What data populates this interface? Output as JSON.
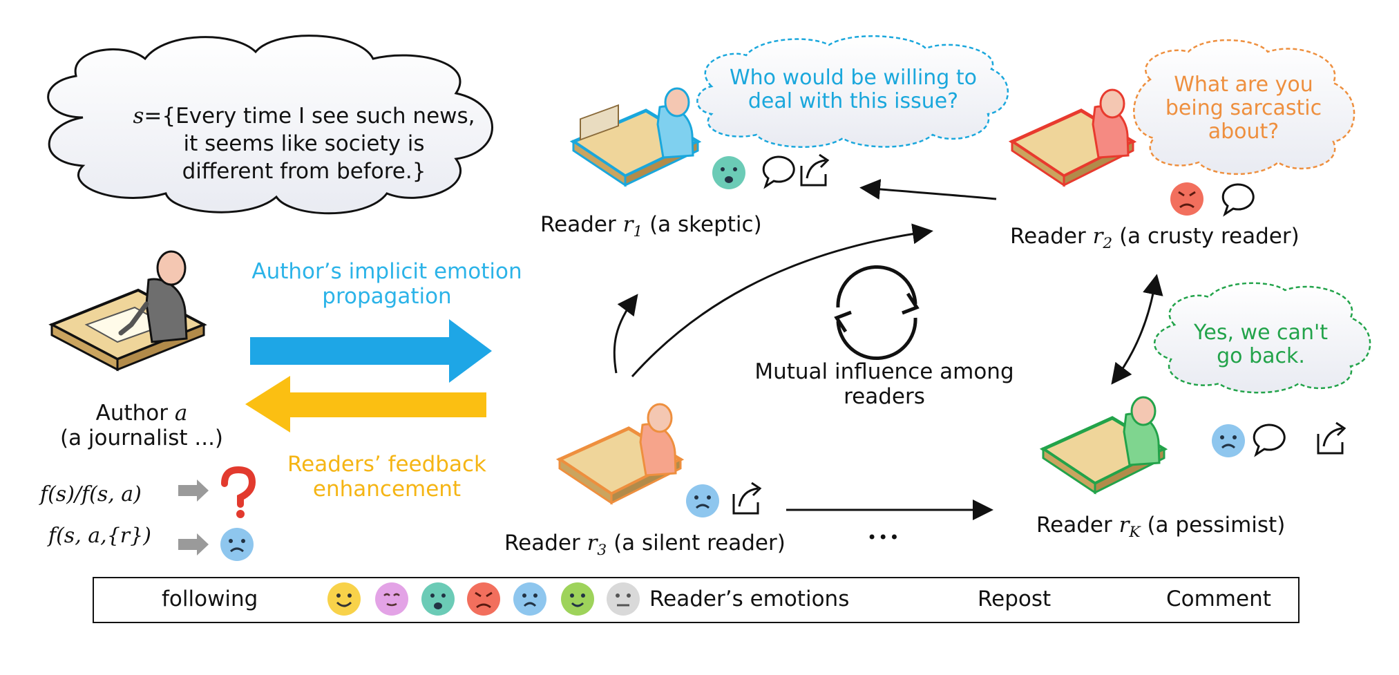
{
  "colors": {
    "skeptic": "#1aa7dc",
    "crusty": "#e83a2e",
    "silent": "#ee8f3e",
    "pessimist": "#22a34a",
    "author_arrow": "#1ea6e6",
    "feedback_arrow": "#fbbf12"
  },
  "author": {
    "line1_prefix": "Author ",
    "line1_var": "a",
    "line2": "(a journalist ...)"
  },
  "author_bubble": {
    "line1_var": "s",
    "line1_rest": "={Every time I see such news,",
    "line2": "it seems like society is",
    "line3": "different from before.}"
  },
  "flows": {
    "implicit_line1": "Author’s implicit emotion",
    "implicit_line2": "propagation",
    "feedback_line1": "Readers’ feedback",
    "feedback_line2": "enhancement"
  },
  "formulas": {
    "f1": "f(s)/f(s, a)",
    "f2": "f(s, a,{r})"
  },
  "readers": {
    "r1": {
      "prefix": "Reader ",
      "var": "r",
      "sub": "1",
      "desc": " (a skeptic)",
      "bubble_line1": "Who would be willing to",
      "bubble_line2": "deal with this issue?"
    },
    "r2": {
      "prefix": "Reader ",
      "var": "r",
      "sub": "2",
      "desc": " (a crusty reader)",
      "bubble_line1": "What are you",
      "bubble_line2": "being sarcastic",
      "bubble_line3": "about?"
    },
    "r3": {
      "prefix": "Reader ",
      "var": "r",
      "sub": "3",
      "desc": " (a silent reader)"
    },
    "rk": {
      "prefix": "Reader ",
      "var": "r",
      "sub": "K",
      "desc": " (a pessimist)",
      "bubble_line1": "Yes, we can't",
      "bubble_line2": "go back."
    }
  },
  "mutual": {
    "line1": "Mutual influence among",
    "line2": "readers"
  },
  "ellipsis": "•••",
  "legend": {
    "following": "following",
    "emotions_label": "Reader’s emotions",
    "repost": "Repost",
    "comment": "Comment",
    "emotion_icons": [
      "happy-emoji-icon",
      "blush-emoji-icon",
      "surprised-emoji-icon",
      "angry-emoji-icon",
      "sad-emoji-icon",
      "smile-emoji-icon",
      "neutral-emoji-icon"
    ]
  }
}
